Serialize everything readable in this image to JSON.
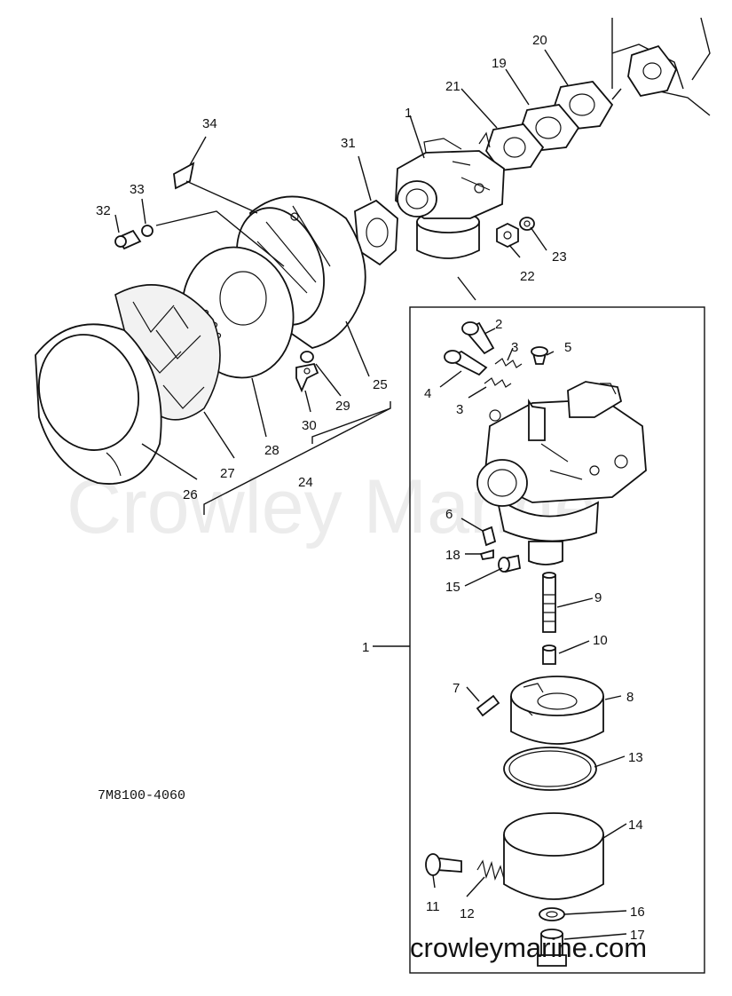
{
  "watermark": "Crowley Marine",
  "site_label": "crowleymarine.com",
  "diagram_code": "7M8100-4060",
  "callouts": {
    "c1a": "1",
    "c1b": "1",
    "c2": "2",
    "c3a": "3",
    "c3b": "3",
    "c4": "4",
    "c5": "5",
    "c6": "6",
    "c7": "7",
    "c8": "8",
    "c9": "9",
    "c10": "10",
    "c11": "11",
    "c12": "12",
    "c13": "13",
    "c14": "14",
    "c15": "15",
    "c16": "16",
    "c17": "17",
    "c18": "18",
    "c19": "19",
    "c20": "20",
    "c21": "21",
    "c22": "22",
    "c23": "23",
    "c24": "24",
    "c25": "25",
    "c26": "26",
    "c27": "27",
    "c28": "28",
    "c29": "29",
    "c30": "30",
    "c31": "31",
    "c32": "32",
    "c33": "33",
    "c34": "34"
  }
}
